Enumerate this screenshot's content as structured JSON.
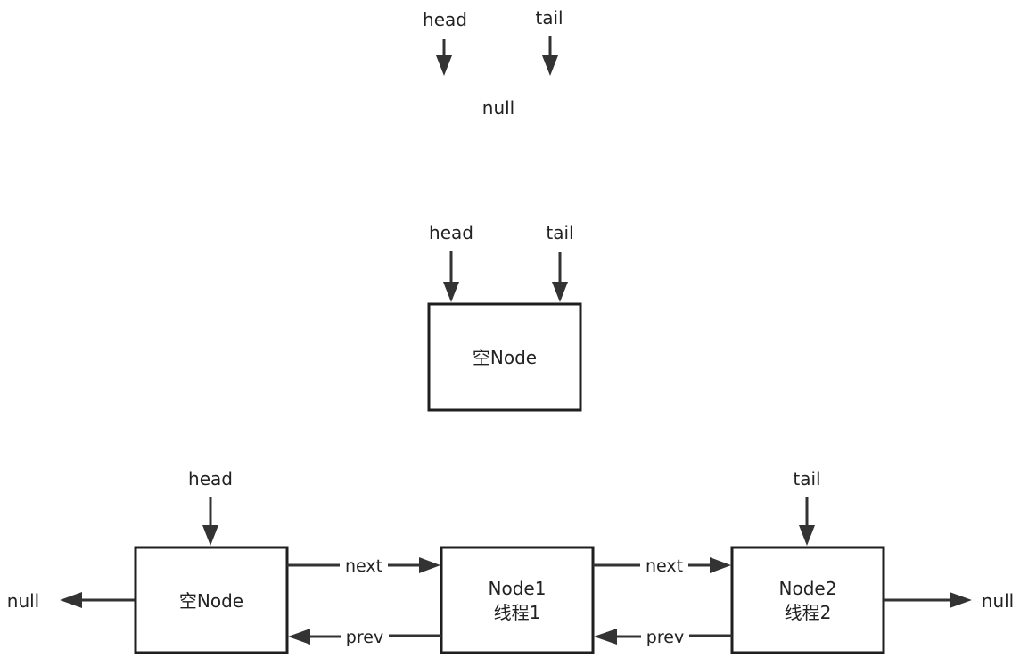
{
  "colors": {
    "stroke": "#333333",
    "box_border": "#1f1f1f",
    "text": "#222222",
    "background": "#ffffff"
  },
  "section1": {
    "head_label": "head",
    "tail_label": "tail",
    "null_label": "null"
  },
  "section2": {
    "head_label": "head",
    "tail_label": "tail",
    "node_label": "空Node"
  },
  "section3": {
    "head_label": "head",
    "tail_label": "tail",
    "left_null": "null",
    "right_null": "null",
    "nodes": [
      {
        "line1": "空Node",
        "line2": ""
      },
      {
        "line1": "Node1",
        "line2": "线程1"
      },
      {
        "line1": "Node2",
        "line2": "线程2"
      }
    ],
    "next_label": "next",
    "prev_label": "prev"
  }
}
